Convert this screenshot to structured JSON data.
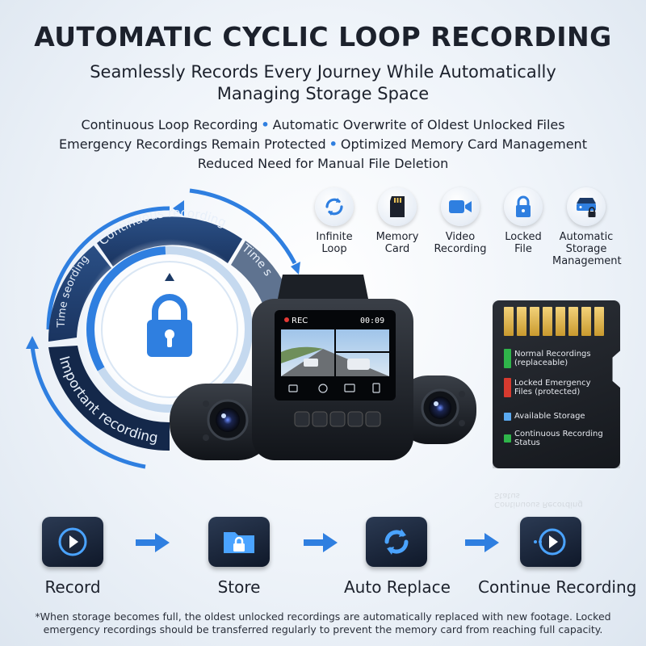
{
  "title": "AUTOMATIC CYCLIC LOOP RECORDING",
  "subtitle": "Seamlessly Records Every Journey While Automatically Managing Storage Space",
  "features": {
    "line1_a": "Continuous Loop Recording",
    "line1_b": "Automatic Overwrite of Oldest Unlocked Files",
    "line2_a": "Emergency Recordings Remain Protected",
    "line2_b": "Optimized Memory Card Management",
    "line3": "Reduced Need for Manual File Deletion"
  },
  "icons": [
    {
      "label": "Infinite\nLoop",
      "icon": "loop-icon"
    },
    {
      "label": "Memory\nCard",
      "icon": "sd-card-icon"
    },
    {
      "label": "Video\nRecording",
      "icon": "video-camera-icon"
    },
    {
      "label": "Locked\nFile",
      "icon": "lock-icon"
    },
    {
      "label": "Automatic\nStorage\nManagement",
      "icon": "storage-lock-icon"
    }
  ],
  "ring": {
    "top": "Continuous recording",
    "left": "Time seording",
    "right": "Time s",
    "bottom": "Important recording"
  },
  "camera": {
    "rec": "REC",
    "time": "00:09"
  },
  "sd_card": {
    "rows": [
      {
        "label": "Normal Recordings (replaceable)",
        "color": "#2fb54a"
      },
      {
        "label": "Locked Emergency Files (protected)",
        "color": "#d63a2f"
      },
      {
        "label": "Available Storage",
        "color": "#5aa9f0"
      },
      {
        "label": "Continuous Recording Status",
        "color": "#2fb54a"
      }
    ],
    "reflection_1": "Status",
    "reflection_2": "Continuous Recording"
  },
  "steps": [
    {
      "label": "Record",
      "icon": "play-icon"
    },
    {
      "label": "Store",
      "icon": "folder-lock-icon"
    },
    {
      "label": "Auto Replace",
      "icon": "refresh-icon"
    },
    {
      "label": "Continue Recording",
      "icon": "continue-play-icon"
    }
  ],
  "footnote": "*When storage becomes full, the oldest unlocked recordings are automatically replaced with new footage. Locked emergency recordings should be transferred regularly to prevent the memory card from reaching full capacity.",
  "colors": {
    "accent": "#2f7fe0",
    "dark_tile": "#1a2740"
  }
}
